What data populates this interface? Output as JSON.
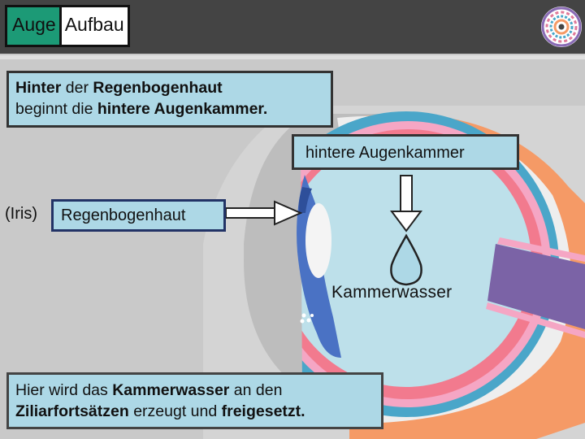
{
  "header": {
    "title_part1": "Auge",
    "title_part2": "Aufbau",
    "logo_icon": "mandala-logo-icon"
  },
  "callouts": {
    "top": {
      "w1": "Hinter",
      "w2": " der ",
      "w3": "Regenbogenhaut",
      "w4": "beginnt die ",
      "w5": "hintere Augenkammer."
    },
    "bottom": {
      "w1": "Hier wird das ",
      "w2": "Kammerwasser",
      "w3": " an den",
      "w4": "Ziliarfortsätzen",
      "w5": " erzeugt und ",
      "w6": "freigesetzt."
    }
  },
  "labels": {
    "posterior_chamber": "hintere Augenkammer",
    "iris_prefix": "(Iris)",
    "iris": "Regenbogenhaut",
    "aqueous_humor": "Kammerwasser"
  },
  "icons": {
    "arrow_right": "arrow-right-icon",
    "arrow_down": "arrow-down-icon",
    "drop": "water-drop-icon"
  },
  "colors": {
    "header_bg": "#444444",
    "title_accent": "#1c9a76",
    "label_bg": "#add8e6",
    "eye_interior": "#bde0ea",
    "sclera_blue": "#4aa6c9",
    "retina_pink": "#f27a8e",
    "choroid_light_pink": "#f5a6c4",
    "outer_orange": "#f59a66",
    "iris_blue": "#4a72c4",
    "optic_nerve": "#7b63a6"
  }
}
